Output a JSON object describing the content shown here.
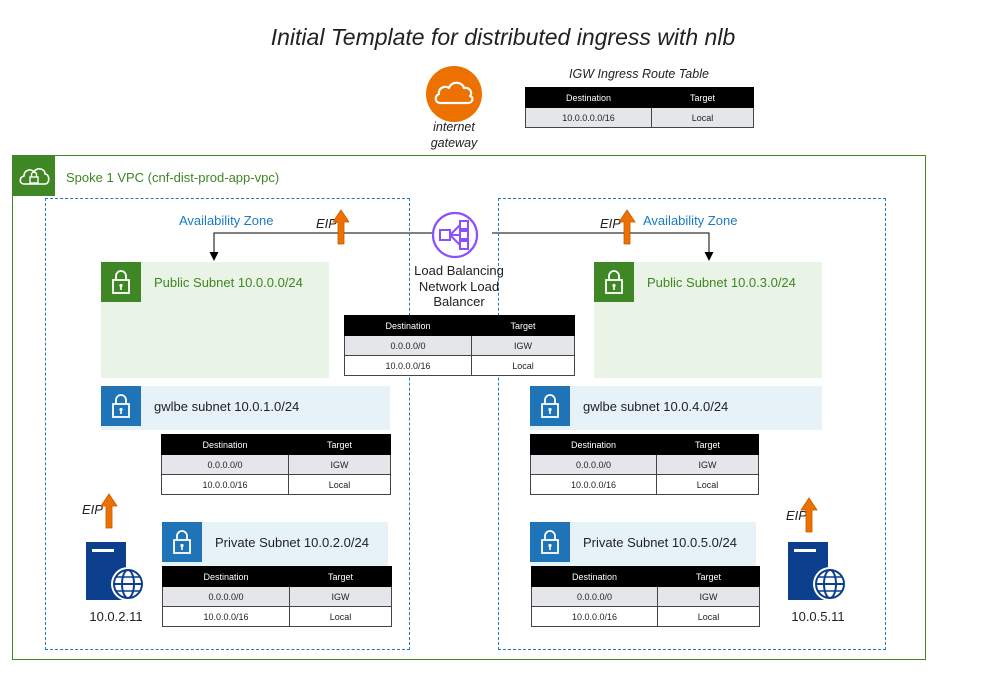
{
  "title": "Initial Template for distributed ingress with nlb",
  "igw": {
    "label": "internet gateway",
    "icon": "internet-gateway-icon",
    "color": "#ed7100"
  },
  "igw_route_table": {
    "title": "IGW Ingress Route Table",
    "headers": [
      "Destination",
      "Target"
    ],
    "rows": [
      [
        "10.0.0.0.0/16",
        "Local"
      ]
    ]
  },
  "vpc": {
    "label": "Spoke 1 VPC (cnf-dist-prod-app-vpc)",
    "icon": "vpc-cloud-lock-icon",
    "color": "#3f8624"
  },
  "nlb": {
    "label": "Load Balancing Network Load Balancer",
    "icon": "network-load-balancer-icon",
    "color": "#8c4fff",
    "route_table": {
      "headers": [
        "Destination",
        "Target"
      ],
      "rows": [
        [
          "0.0.0.0/0",
          "IGW"
        ],
        [
          "10.0.0.0/16",
          "Local"
        ]
      ]
    }
  },
  "zones": [
    {
      "label": "Availability Zone",
      "eip_label": "EIP",
      "public_subnet": {
        "label": "Public Subnet 10.0.0.0/24"
      },
      "gwlbe_subnet": {
        "label": "gwlbe subnet 10.0.1.0/24",
        "route_table": {
          "headers": [
            "Destination",
            "Target"
          ],
          "rows": [
            [
              "0.0.0.0/0",
              "IGW"
            ],
            [
              "10.0.0.0/16",
              "Local"
            ]
          ]
        }
      },
      "private_subnet": {
        "label": "Private Subnet 10.0.2.0/24",
        "route_table": {
          "headers": [
            "Destination",
            "Target"
          ],
          "rows": [
            [
              "0.0.0.0/0",
              "IGW"
            ],
            [
              "10.0.0.0/16",
              "Local"
            ]
          ]
        }
      },
      "server": {
        "ip": "10.0.2.11",
        "eip_label": "EIP",
        "icon": "web-server-icon"
      }
    },
    {
      "label": "Availability Zone",
      "eip_label": "EIP",
      "public_subnet": {
        "label": "Public Subnet 10.0.3.0/24"
      },
      "gwlbe_subnet": {
        "label": "gwlbe subnet 10.0.4.0/24",
        "route_table": {
          "headers": [
            "Destination",
            "Target"
          ],
          "rows": [
            [
              "0.0.0.0/0",
              "IGW"
            ],
            [
              "10.0.0.0/16",
              "Local"
            ]
          ]
        }
      },
      "private_subnet": {
        "label": "Private Subnet 10.0.5.0/24",
        "route_table": {
          "headers": [
            "Destination",
            "Target"
          ],
          "rows": [
            [
              "0.0.0.0/0",
              "IGW"
            ],
            [
              "10.0.0.0/16",
              "Local"
            ]
          ]
        }
      },
      "server": {
        "ip": "10.0.5.11",
        "eip_label": "EIP",
        "icon": "web-server-icon"
      }
    }
  ],
  "colors": {
    "public_subnet": "#3f8624",
    "private_subnet": "#1f73b7",
    "availability_zone": "#1a7ac4",
    "eip_arrow": "#ed7100"
  }
}
